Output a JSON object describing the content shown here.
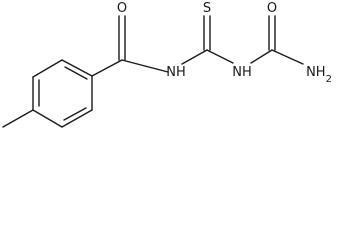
{
  "molecule": {
    "atoms": {
      "carbonyl_oxygen_1": "O",
      "thione_sulfur": "S",
      "carbonyl_oxygen_2": "O",
      "imide_nitrogen_1": "NH",
      "imide_nitrogen_2": "NH",
      "terminal_amine": "NH2"
    }
  },
  "colors": {
    "ink": "#1a1a1a",
    "background": "#ffffff"
  }
}
